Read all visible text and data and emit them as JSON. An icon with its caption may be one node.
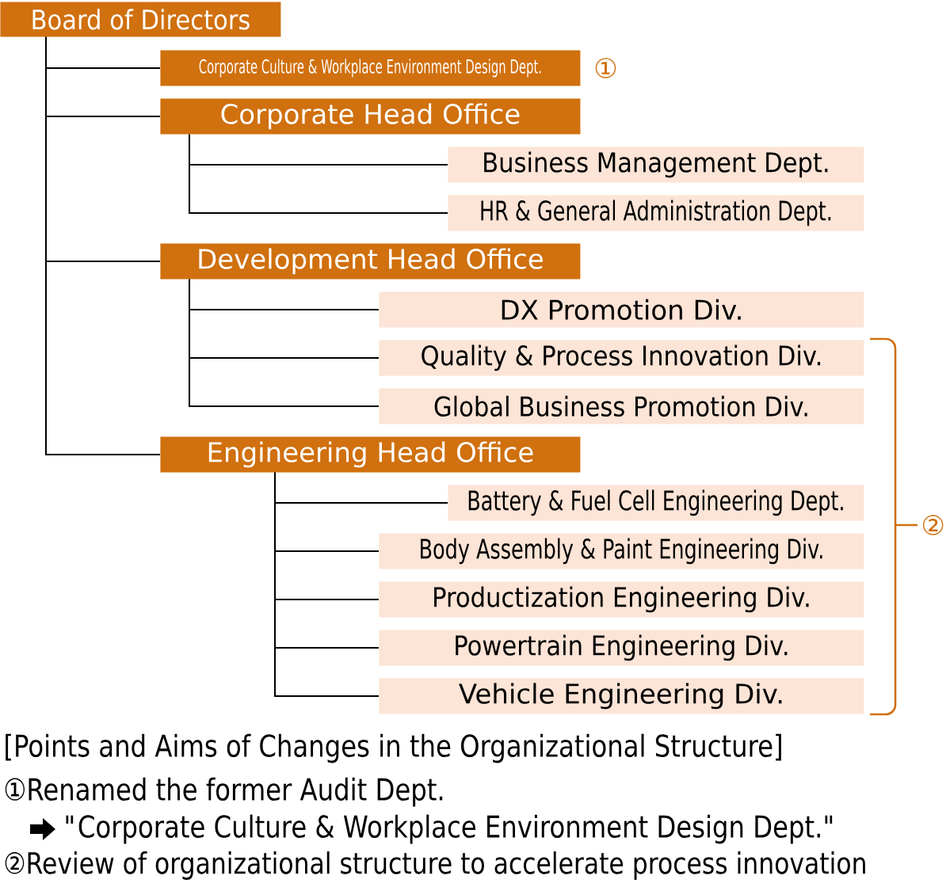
{
  "diagram": {
    "nodes": [
      {
        "text": [
          "Board of Directors"
        ]
      },
      {
        "text": [
          "Corporate Culture & Workplace Environment Design Dept."
        ],
        "beside": [
          "①"
        ]
      },
      {
        "text": [
          "Corporate Head Office"
        ]
      },
      {
        "text": [
          "Business Management Dept."
        ]
      },
      {
        "text": [
          "HR & General Administration Dept."
        ]
      },
      {
        "text": [
          "Development Head Office"
        ]
      },
      {
        "text": [
          "DX Promotion Div."
        ]
      },
      {
        "text": [
          "Quality & Process Innovation Div."
        ]
      },
      {
        "text": [
          "Global Business Promotion Div."
        ]
      },
      {
        "text": [
          "Engineering Head Office"
        ]
      },
      {
        "text": [
          "Battery & Fuel Cell Engineering Dept."
        ]
      },
      {
        "text": [
          "Body Assembly & Paint Engineering Div."
        ]
      },
      {
        "text": [
          "Productization Engineering Div."
        ]
      },
      {
        "text": [
          "Powertrain  Engineering Div."
        ]
      },
      {
        "text": [
          "Vehicle Engineering Div."
        ]
      }
    ],
    "edges": [
      {
        "from": 0,
        "to": 1,
        "arrow": "none"
      },
      {
        "from": 0,
        "to": 2,
        "arrow": "none"
      },
      {
        "from": 0,
        "to": 5,
        "arrow": "none"
      },
      {
        "from": 0,
        "to": 9,
        "arrow": "none"
      },
      {
        "from": 2,
        "to": 3,
        "arrow": "none"
      },
      {
        "from": 2,
        "to": 4,
        "arrow": "none"
      },
      {
        "from": 5,
        "to": 6,
        "arrow": "none"
      },
      {
        "from": 5,
        "to": 7,
        "arrow": "none"
      },
      {
        "from": 5,
        "to": 8,
        "arrow": "none"
      },
      {
        "from": 9,
        "to": 10,
        "arrow": "none"
      },
      {
        "from": 9,
        "to": 11,
        "arrow": "none"
      },
      {
        "from": 9,
        "to": 12,
        "arrow": "none"
      },
      {
        "from": 9,
        "to": 13,
        "arrow": "none"
      },
      {
        "from": 9,
        "to": 14,
        "arrow": "none"
      }
    ],
    "labels": [
      "②",
      "[Points and Aims of Changes in the Organizational Structure]",
      "①Renamed the former Audit Dept.",
      "\"Corporate Culture & Workplace Environment Design Dept.\"",
      "②Review of organizational structure to accelerate process innovation"
    ]
  }
}
